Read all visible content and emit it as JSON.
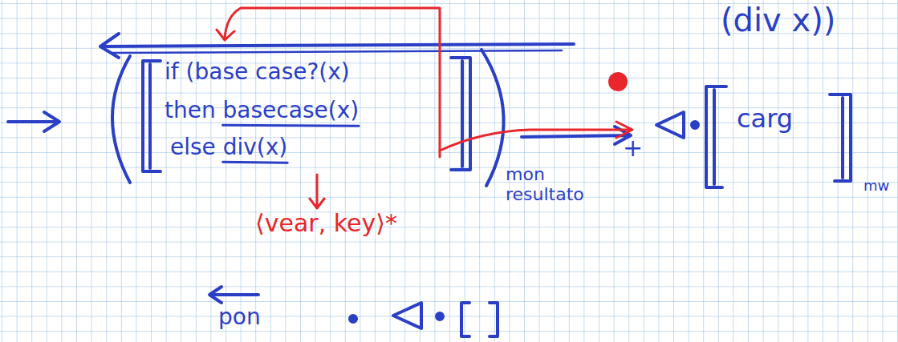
{
  "diagram": {
    "labels": [
      "(div x))",
      "if (base case?(x)",
      "then basecase(x)",
      "else div(x)",
      "mon resultato",
      "+",
      "carg",
      "mw",
      "⟨vear, key⟩*",
      "pon"
    ]
  }
}
